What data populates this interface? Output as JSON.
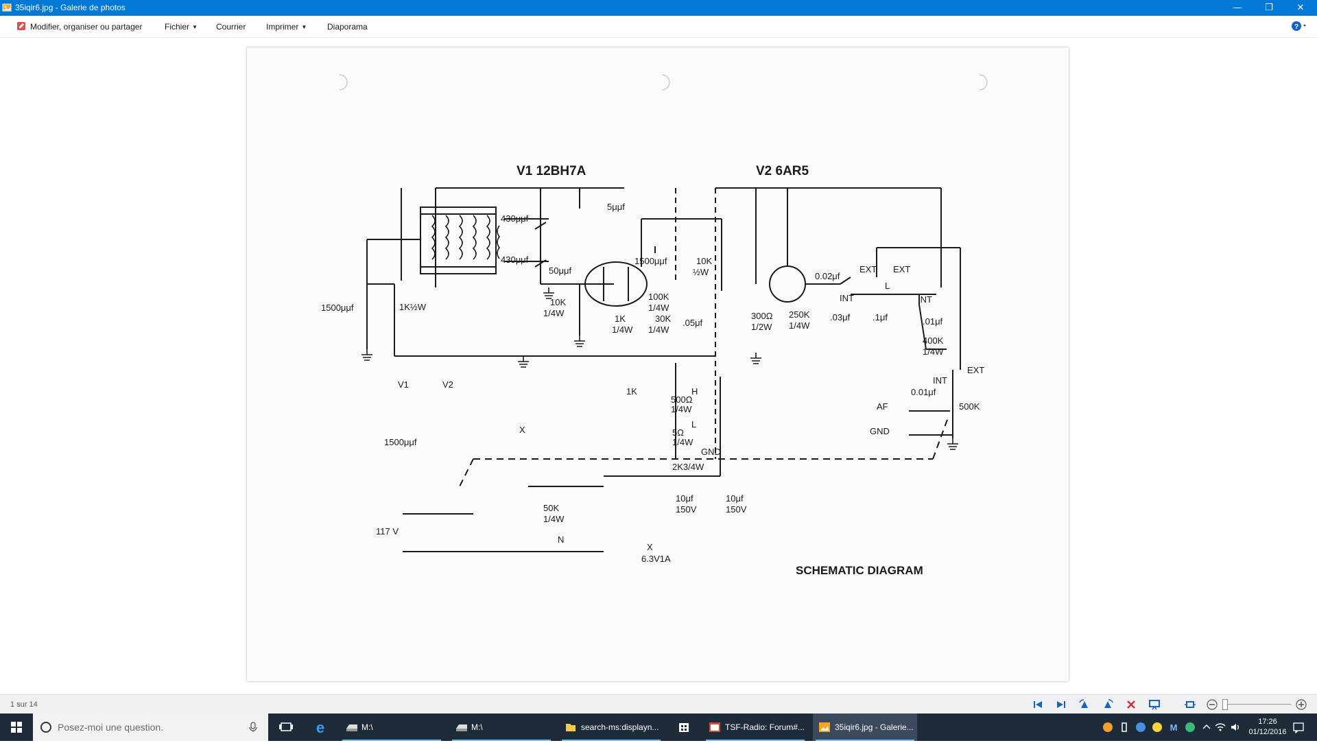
{
  "window": {
    "title": "35iqir6.jpg - Galerie de photos",
    "minimize_glyph": "—",
    "restore_glyph": "❐",
    "close_glyph": "✕"
  },
  "menubar": {
    "items": [
      {
        "label": "Modifier, organiser ou partager",
        "icon": "edit-icon"
      },
      {
        "label": "Fichier",
        "dropdown": true
      },
      {
        "label": "Courrier"
      },
      {
        "label": "Imprimer",
        "dropdown": true
      },
      {
        "label": "Diaporama"
      }
    ],
    "help_glyph": "?"
  },
  "photo": {
    "heading": "SCHEMATIC DIAGRAM",
    "tube1": "V1  12BH7A",
    "tube2": "V2  6AR5",
    "labels": {
      "c_430a": "430μμf",
      "c_430b": "430μμf",
      "c_5": "5μμf",
      "c_1500a": "1500μμf",
      "c_1500b": "1500μμf",
      "c_1500c": "1500μμf",
      "c_50": "50μμf",
      "r_10k_a": "10K",
      "r_10k_a2": "1/4W",
      "r_1k_half": "1K½W",
      "r_10k_half": "10K",
      "r_10k_half2": "½W",
      "r_100k": "100K",
      "r_100k2": "1/4W",
      "r_1k_b": "1K",
      "r_1k_b2": "1/4W",
      "r_30k": "30K",
      "r_30k2": "1/4W",
      "c_05": ".05μf",
      "c_002": "0.02μf",
      "r_300": "300Ω",
      "r_3002": "1/2W",
      "r_250k": "250K",
      "r_250k2": "1/4W",
      "c_03": ".03μf",
      "c_1": ".1μf",
      "c_01": ".01μf",
      "r_400k": "400K",
      "r_400k2": "1/4W",
      "ext1": "EXT",
      "ext2": "EXT",
      "ext3": "EXT",
      "int1": "INT",
      "int2": "INT",
      "int3": "INT",
      "ind_l": "L",
      "c_001": "0.01μf",
      "af": "AF",
      "gnd1": "GND",
      "gnd2": "GND",
      "pot_500k": "500K",
      "pot_1k": "1K",
      "h": "H",
      "l": "L",
      "r_500": "500Ω",
      "r_5002": "1/4W",
      "r_5": "5Ω",
      "r_52": "1/4W",
      "v1": "V1",
      "v2": "V2",
      "x1": "X",
      "x2": "X",
      "r_2k3": "2K3/4W",
      "c_10a": "10μf",
      "c_10a2": "150V",
      "c_10b": "10μf",
      "c_10b2": "150V",
      "r_50k": "50K",
      "r_50k2": "1/4W",
      "neon": "N",
      "mains": "117 V",
      "fil": "6.3V1A"
    }
  },
  "statusbar": {
    "counter": "1 sur 14"
  },
  "taskbar": {
    "search_placeholder": "Posez-moi une question.",
    "tasks": [
      {
        "label": "M:\\",
        "active": false
      },
      {
        "label": "M:\\",
        "active": false
      },
      {
        "label": "search-ms:displayn...",
        "active": false
      },
      {
        "label": "TSF-Radio: Forum#...",
        "active": false
      },
      {
        "label": "35iqir6.jpg - Galerie...",
        "active": true
      }
    ],
    "time": "17:26",
    "date": "01/12/2016"
  },
  "colors": {
    "titlebar": "#0078d7",
    "taskbar": "#1e2c3a",
    "accent": "#76b9ed"
  }
}
